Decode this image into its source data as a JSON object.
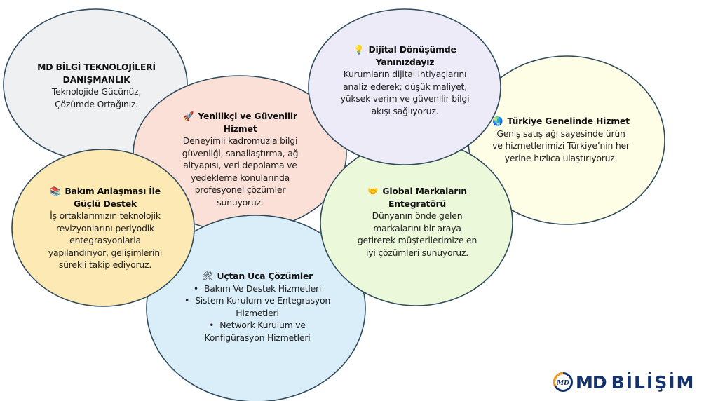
{
  "bubbles": {
    "company": {
      "title": "MD BİLGİ TEKNOLOJİLERİ DANIŞMANLIK",
      "body": "Teknolojide Gücünüz, Çözümde Ortağınız.",
      "fill": "#eef0f1"
    },
    "innovative": {
      "icon": "rocket-icon",
      "icon_glyph": "🚀",
      "title": "Yenilikçi ve Güvenilir Hizmet",
      "body": "Deneyimli kadromuzla bilgi güvenliği, sanallaştırma, ağ altyapısı, veri depolama ve yedekleme konularında profesyonel çözümler sunuyoruz.",
      "fill": "#fae0d6"
    },
    "digital": {
      "icon": "lightbulb-icon",
      "icon_glyph": "💡",
      "title": "Dijital Dönüşümde Yanınızdayız",
      "body": "Kurumların dijital ihtiyaçlarını analiz ederek; düşük maliyet, yüksek verim ve güvenilir bilgi akışı sağlıyoruz.",
      "fill": "#edebf8"
    },
    "turkey": {
      "icon": "globe-icon",
      "icon_glyph": "🌏",
      "title": "Türkiye Genelinde Hizmet",
      "body": "Geniş satış ağı sayesinde ürün ve hizmetlerimizi Türkiye’nin her yerine hızlıca ulaştırıyoruz.",
      "fill": "#fefde6"
    },
    "maintenance": {
      "icon": "books-icon",
      "icon_glyph": "📚",
      "title": "Bakım Anlaşması İle Güçlü Destek",
      "body": "İş ortaklarımızın teknolojik revizyonlarını periyodik entegrasyonlarla yapılandırıyor, gelişimlerini sürekli takip ediyoruz.",
      "fill": "#fde9b3"
    },
    "global": {
      "icon": "handshake-icon",
      "icon_glyph": "🤝",
      "title": "Global Markaların Entegratörü",
      "body": "Dünyanın önde gelen markalarını bir araya getirerek müşterilerimize en iyi çözümleri sunuyoruz.",
      "fill": "#ecf8da"
    },
    "endtoend": {
      "icon": "tools-icon",
      "icon_glyph": "🛠",
      "title": "Uçtan Uca Çözümler",
      "items": [
        "Bakım Ve Destek Hizmetleri",
        "Sistem Kurulum ve Entegrasyon Hizmetleri",
        "Network Kurulum ve Konfigürasyon Hizmetleri"
      ],
      "fill": "#daeef9"
    }
  },
  "outline_color": "#2e4a5c",
  "logo": {
    "mark_text": "MD",
    "brand_first": "MD",
    "brand_second": "BİLİŞİM",
    "brand_color": "#14326b",
    "accent_color": "#f39a1e"
  }
}
